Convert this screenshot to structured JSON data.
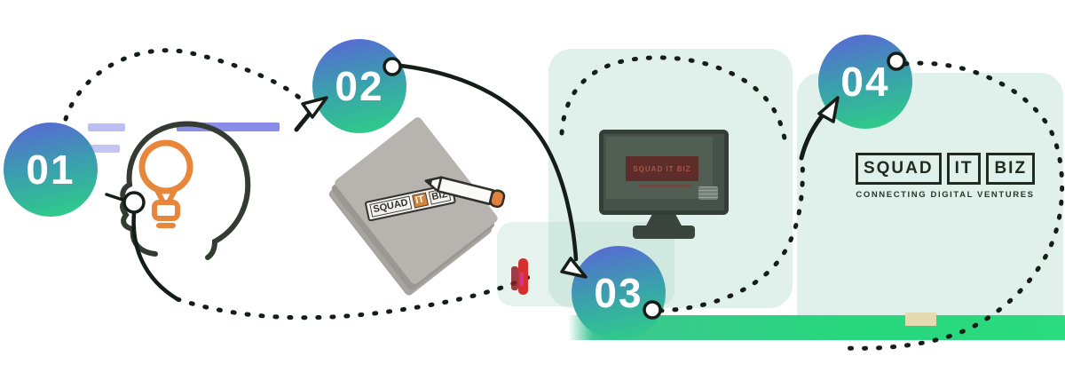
{
  "steps": [
    {
      "label": "01"
    },
    {
      "label": "02"
    },
    {
      "label": "03"
    },
    {
      "label": "04"
    }
  ],
  "notepad_logo": {
    "word1": "SQUAD",
    "word2": "IT",
    "word3": "BIZ"
  },
  "monitor_screen": {
    "logo_text": "SQUAD IT BIZ"
  },
  "brand_logo": {
    "word1": "SQUAD",
    "word2": "IT",
    "word3": "BIZ",
    "tagline": "CONNECTING DIGITAL VENTURES"
  },
  "colors": {
    "circle_gradient_top": "#5a64d8",
    "circle_gradient_bottom": "#2dd284",
    "flow_line": "#141d16",
    "bulb_orange": "#e8863b",
    "band_green": "#28d77e",
    "screen_logo_red": "#5e2d29"
  }
}
